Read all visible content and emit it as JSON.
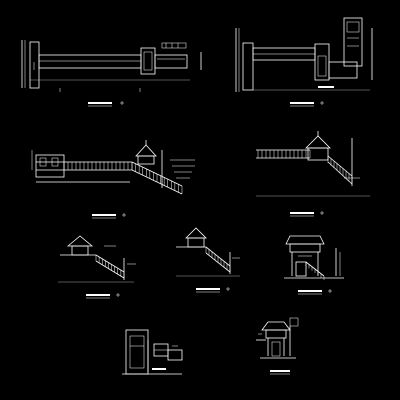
{
  "drawing": {
    "background": "#000000",
    "line_color": "#ffffff",
    "views": [
      {
        "id": "plan-left",
        "kind": "plan"
      },
      {
        "id": "plan-right",
        "kind": "plan"
      },
      {
        "id": "elevation-long",
        "kind": "elevation"
      },
      {
        "id": "elevation-right",
        "kind": "elevation"
      },
      {
        "id": "section-a",
        "kind": "section"
      },
      {
        "id": "section-b",
        "kind": "section"
      },
      {
        "id": "section-c",
        "kind": "section"
      },
      {
        "id": "detail-gate",
        "kind": "detail"
      },
      {
        "id": "detail-pavilion",
        "kind": "detail"
      }
    ]
  }
}
